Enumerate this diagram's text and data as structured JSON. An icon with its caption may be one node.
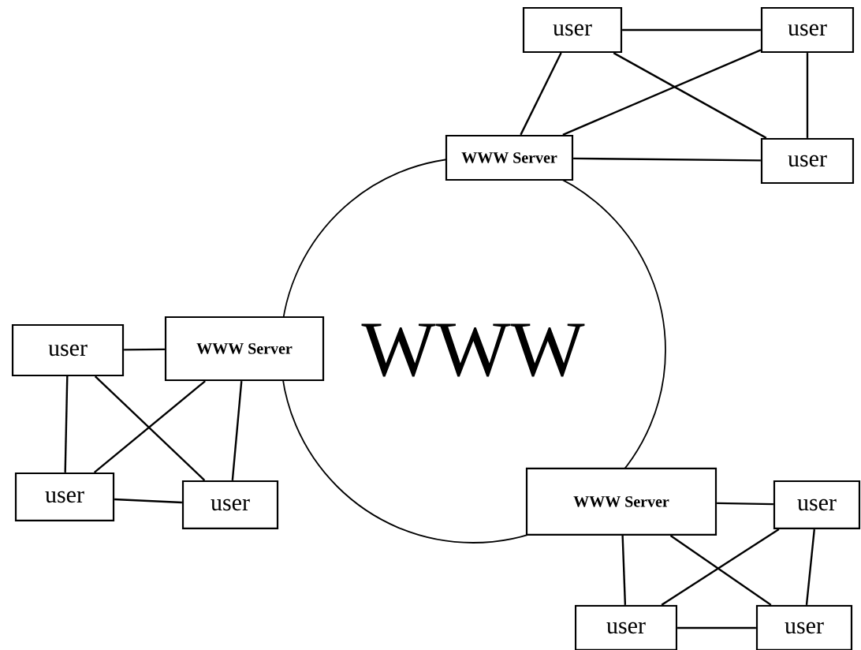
{
  "diagram": {
    "nodes": [
      {
        "text": [
          "WWW"
        ]
      },
      {
        "text": [
          "user"
        ]
      },
      {
        "text": [
          "user"
        ]
      },
      {
        "text": [
          "WWW Server"
        ]
      },
      {
        "text": [
          "user"
        ]
      },
      {
        "text": [
          "user"
        ]
      },
      {
        "text": [
          "WWW Server"
        ]
      },
      {
        "text": [
          "user"
        ]
      },
      {
        "text": [
          "user"
        ]
      },
      {
        "text": [
          "WWW Server"
        ]
      },
      {
        "text": [
          "user"
        ]
      },
      {
        "text": [
          "user"
        ]
      },
      {
        "text": [
          "user"
        ]
      }
    ],
    "edges": [
      {
        "from": 1,
        "to": 2,
        "arrow": "none"
      },
      {
        "from": 1,
        "to": 3,
        "arrow": "none"
      },
      {
        "from": 1,
        "to": 4,
        "arrow": "none"
      },
      {
        "from": 2,
        "to": 3,
        "arrow": "none"
      },
      {
        "from": 2,
        "to": 4,
        "arrow": "none"
      },
      {
        "from": 3,
        "to": 4,
        "arrow": "none"
      },
      {
        "from": 5,
        "to": 6,
        "arrow": "none"
      },
      {
        "from": 5,
        "to": 7,
        "arrow": "none"
      },
      {
        "from": 5,
        "to": 8,
        "arrow": "none"
      },
      {
        "from": 6,
        "to": 7,
        "arrow": "none"
      },
      {
        "from": 6,
        "to": 8,
        "arrow": "none"
      },
      {
        "from": 7,
        "to": 8,
        "arrow": "none"
      },
      {
        "from": 9,
        "to": 10,
        "arrow": "none"
      },
      {
        "from": 9,
        "to": 11,
        "arrow": "none"
      },
      {
        "from": 9,
        "to": 12,
        "arrow": "none"
      },
      {
        "from": 10,
        "to": 11,
        "arrow": "none"
      },
      {
        "from": 10,
        "to": 12,
        "arrow": "none"
      },
      {
        "from": 11,
        "to": 12,
        "arrow": "none"
      }
    ]
  }
}
